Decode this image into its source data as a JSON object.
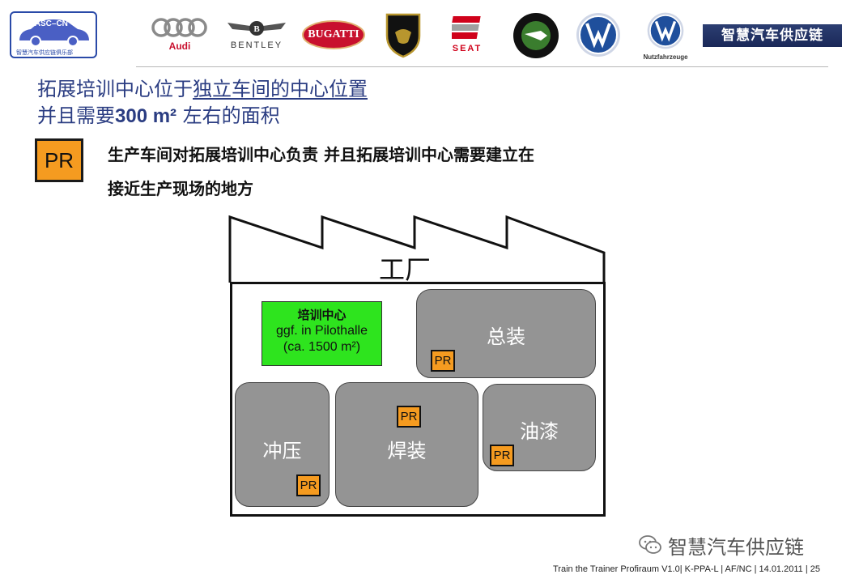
{
  "header": {
    "club_logo_name": "IASC–CN",
    "club_logo_subtitle": "智慧汽车供应链俱乐部",
    "brands": [
      {
        "name": "Audi",
        "icon": "audi-rings-icon",
        "color": "#c8102e"
      },
      {
        "name": "BENTLEY",
        "icon": "bentley-wings-icon",
        "color": "#333333"
      },
      {
        "name": "BUGATTI",
        "icon": "bugatti-oval-icon",
        "color": "#c8102e"
      },
      {
        "name": "",
        "icon": "lamborghini-bull-icon",
        "color": "#b8962e"
      },
      {
        "name": "SEAT",
        "icon": "seat-s-icon",
        "color": "#d0021b"
      },
      {
        "name": "",
        "icon": "skoda-arrow-icon",
        "color": "#3a7d2e"
      },
      {
        "name": "",
        "icon": "vw-icon",
        "color": "#1f4f9c"
      },
      {
        "name": "Nutzfahrzeuge",
        "icon": "vw-commercial-icon",
        "color": "#1f4f9c"
      }
    ],
    "banner": "智慧汽车供应链"
  },
  "title": {
    "line1_prefix": "拓展培训中心位于",
    "line1_underlined": "独立车间的中心位置",
    "line2_prefix": "并且需要",
    "line2_bold": "300 m²",
    "line2_suffix": " 左右的面积"
  },
  "legend": {
    "badge": "PR",
    "line1": "生产车间对拓展培训中心负责 并且拓展培训中心需要建立在",
    "line2": "接近生产现场的地方"
  },
  "factory": {
    "title": "工厂",
    "training_center": {
      "name": "培训中心",
      "line2": "ggf. in Pilothalle",
      "line3": "(ca. 1500 m²)",
      "color": "#2ee41e"
    },
    "halls": [
      {
        "label": "总装",
        "badge": "PR"
      },
      {
        "label": "冲压",
        "badge": "PR"
      },
      {
        "label": "焊装",
        "badge": "PR"
      },
      {
        "label": "油漆",
        "badge": "PR"
      }
    ],
    "hall_color": "#949494",
    "badge_color": "#f59b20"
  },
  "footer": {
    "wechat_label": "智慧汽车供应链",
    "text": "Train the Trainer Profiraum V1.0| K-PPA-L | AF/NC | 14.01.2011 |   25"
  }
}
